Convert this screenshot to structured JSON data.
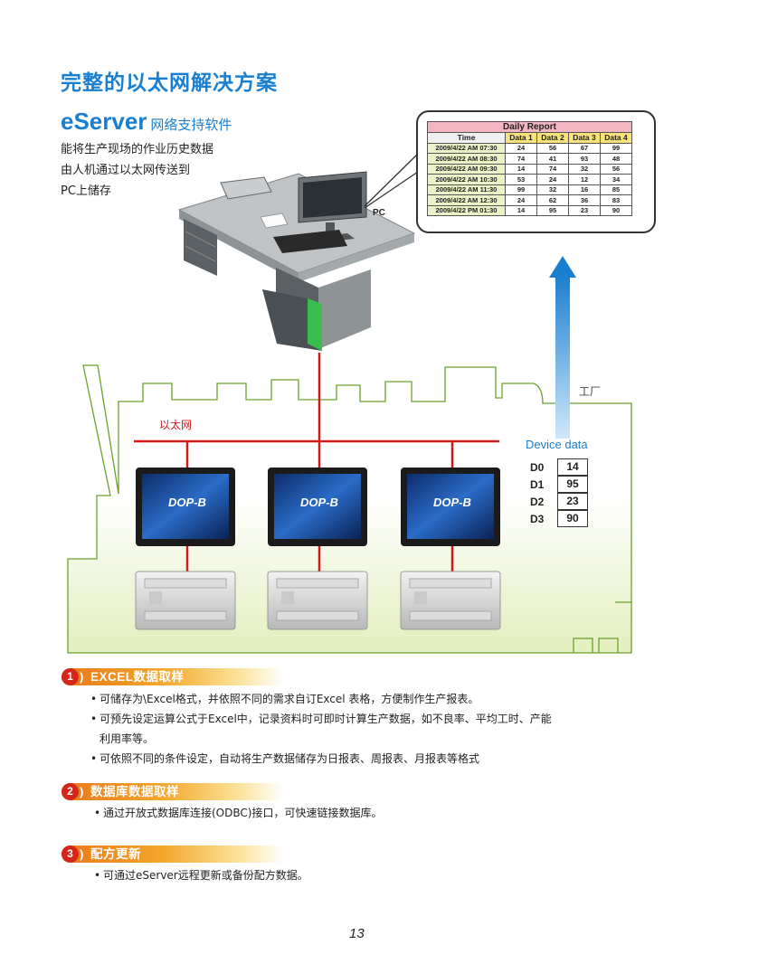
{
  "title": "完整的以太网解决方案",
  "eserver": {
    "name": "eServer",
    "subtitle": "网络支持软件",
    "description": [
      "能将生产现场的作业历史数据",
      "由人机通过以太网传送到",
      "PC上储存"
    ]
  },
  "diagram": {
    "pc_label": "PC",
    "factory_label": "工厂",
    "ethernet_label": "以太网",
    "device_data_label": "Device data",
    "hmi_brand": "DOP-B",
    "device_registers": [
      {
        "name": "D0",
        "value": "14"
      },
      {
        "name": "D1",
        "value": "95"
      },
      {
        "name": "D2",
        "value": "23"
      },
      {
        "name": "D3",
        "value": "90"
      }
    ],
    "colors": {
      "ethernet": "#d01a1a",
      "accent": "#1a7fd0",
      "factory_fill_bottom": "#eaf2c8"
    }
  },
  "daily_report": {
    "title": "Daily Report",
    "headers": [
      "Time",
      "Data 1",
      "Data 2",
      "Data 3",
      "Data 4"
    ],
    "rows": [
      [
        "2009/4/22  AM 07:30",
        "24",
        "56",
        "67",
        "99"
      ],
      [
        "2009/4/22  AM 08:30",
        "74",
        "41",
        "93",
        "48"
      ],
      [
        "2009/4/22  AM 09:30",
        "14",
        "74",
        "32",
        "56"
      ],
      [
        "2009/4/22  AM 10:30",
        "53",
        "24",
        "12",
        "34"
      ],
      [
        "2009/4/22  AM 11:30",
        "99",
        "32",
        "16",
        "85"
      ],
      [
        "2009/4/22  AM 12:30",
        "24",
        "62",
        "36",
        "83"
      ],
      [
        "2009/4/22  PM 01:30",
        "14",
        "95",
        "23",
        "90"
      ]
    ]
  },
  "features": [
    {
      "num": "1",
      "title": "EXCEL数据取样",
      "items": [
        "可储存为\\Excel格式，并依照不同的需求自订Excel 表格，方便制作生产报表。",
        "可预先设定运算公式于Excel中，记录资料时可即时计算生产数据，如不良率、平均工时、产能",
        "利用率等。",
        "可依照不同的条件设定，自动将生产数据储存为日报表、周报表、月报表等格式"
      ]
    },
    {
      "num": "2",
      "title": "数据库数据取样",
      "items": [
        "通过开放式数据库连接(ODBC)接口，可快速链接数据库。"
      ]
    },
    {
      "num": "3",
      "title": "配方更新",
      "items": [
        "可通过eServer远程更新或备份配方数据。"
      ]
    }
  ],
  "page_number": "13"
}
